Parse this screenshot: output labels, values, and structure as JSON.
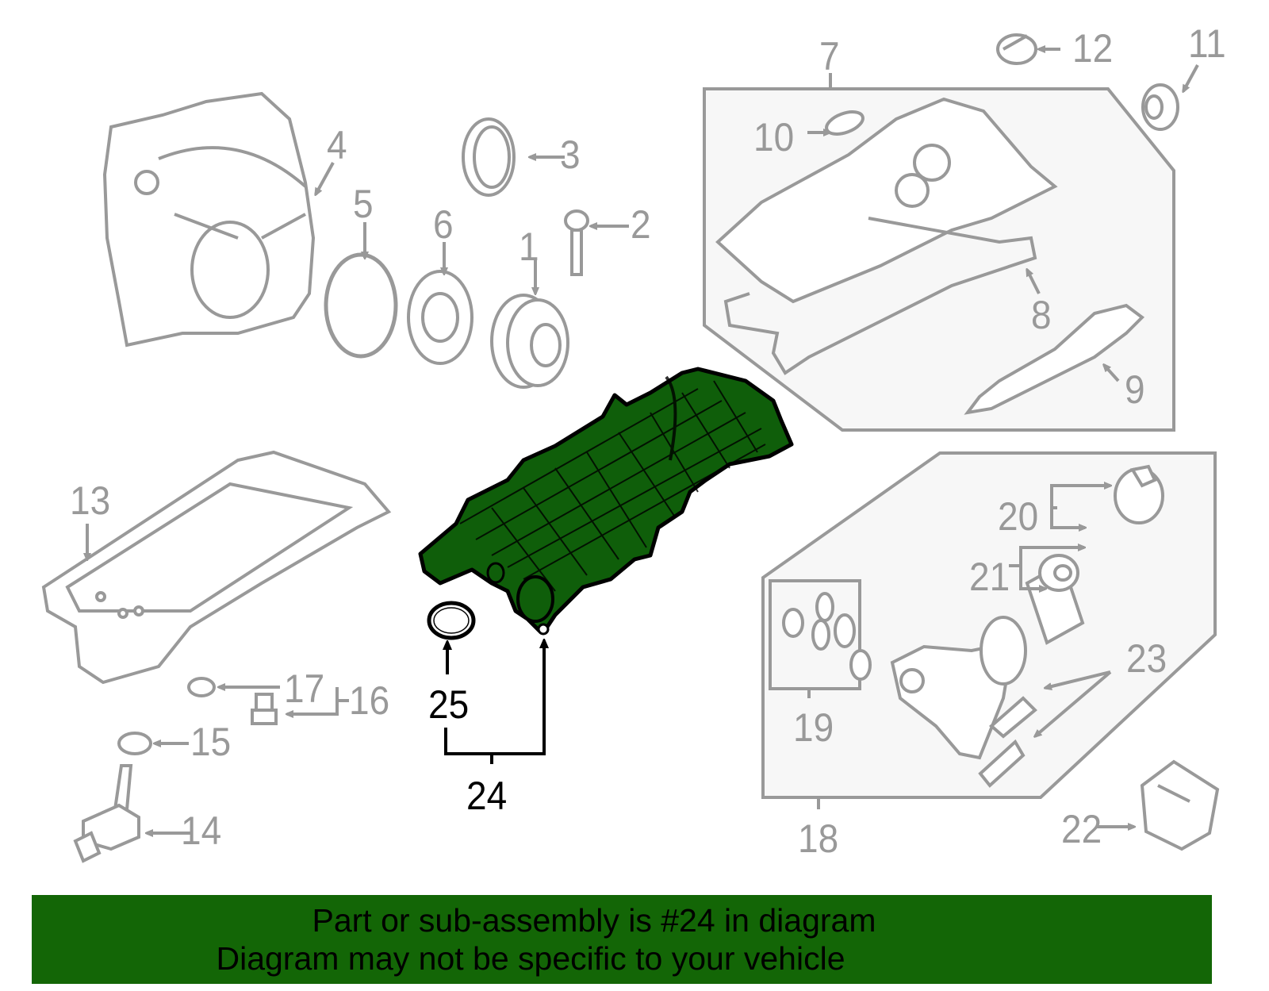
{
  "diagram": {
    "highlighted_part": "24",
    "colors": {
      "highlight_fill": "#0f5e0a",
      "highlight_stroke": "#000000",
      "part_stroke": "#999999",
      "assembly_box_fill": "#f7f7f7",
      "banner_bg": "#136606",
      "banner_text": "#000000"
    },
    "callouts": [
      {
        "id": "1",
        "label": "1"
      },
      {
        "id": "2",
        "label": "2"
      },
      {
        "id": "3",
        "label": "3"
      },
      {
        "id": "4",
        "label": "4"
      },
      {
        "id": "5",
        "label": "5"
      },
      {
        "id": "6",
        "label": "6"
      },
      {
        "id": "7",
        "label": "7"
      },
      {
        "id": "8",
        "label": "8"
      },
      {
        "id": "9",
        "label": "9"
      },
      {
        "id": "10",
        "label": "10"
      },
      {
        "id": "11",
        "label": "11"
      },
      {
        "id": "12",
        "label": "12"
      },
      {
        "id": "13",
        "label": "13"
      },
      {
        "id": "14",
        "label": "14"
      },
      {
        "id": "15",
        "label": "15"
      },
      {
        "id": "16",
        "label": "16"
      },
      {
        "id": "17",
        "label": "17"
      },
      {
        "id": "18",
        "label": "18"
      },
      {
        "id": "19",
        "label": "19"
      },
      {
        "id": "20",
        "label": "20"
      },
      {
        "id": "21",
        "label": "21"
      },
      {
        "id": "22",
        "label": "22"
      },
      {
        "id": "23",
        "label": "23"
      },
      {
        "id": "24",
        "label": "24"
      },
      {
        "id": "25",
        "label": "25"
      }
    ]
  },
  "banner": {
    "line1": "Part or sub-assembly is #24 in diagram",
    "line2": "Diagram may not be specific to your vehicle"
  }
}
